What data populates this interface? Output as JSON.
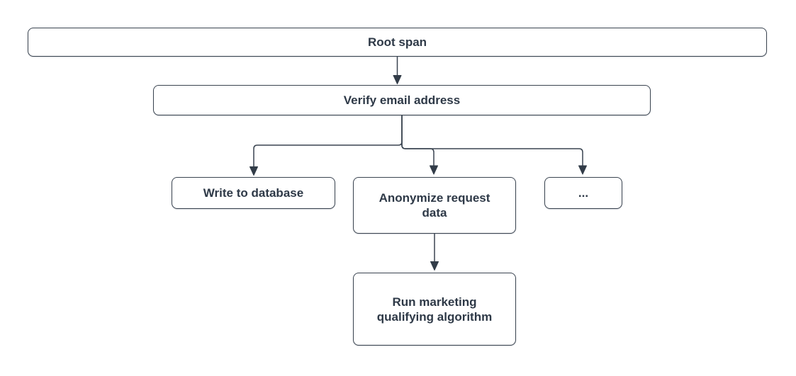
{
  "diagram": {
    "type": "flowchart",
    "background": "#ffffff",
    "nodes": {
      "root": {
        "label": "Root span"
      },
      "verify_email": {
        "label": "Verify email address"
      },
      "write_database": {
        "label": "Write to database"
      },
      "anonymize_request": {
        "label": "Anonymize request data"
      },
      "more": {
        "label": "..."
      },
      "run_marketing": {
        "label": "Run marketing qualifying algorithm"
      }
    },
    "edges": [
      {
        "from": "root",
        "to": "verify_email"
      },
      {
        "from": "verify_email",
        "to": "write_database"
      },
      {
        "from": "verify_email",
        "to": "anonymize_request"
      },
      {
        "from": "verify_email",
        "to": "more"
      },
      {
        "from": "anonymize_request",
        "to": "run_marketing"
      }
    ],
    "colors": {
      "node_fill": "#ffffff",
      "node_border": "#3a4450",
      "text": "#2e3947",
      "connector": "#3a4450"
    }
  }
}
